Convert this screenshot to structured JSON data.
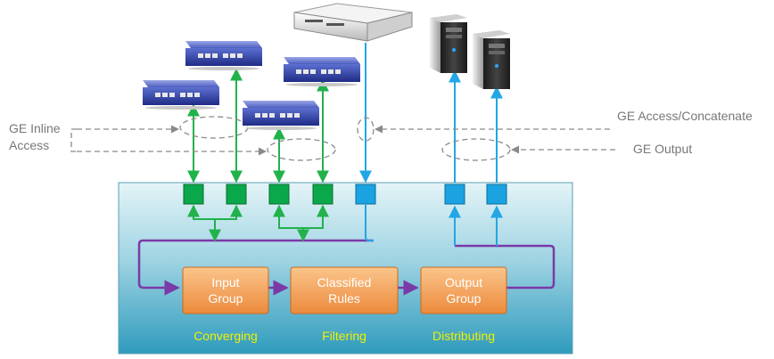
{
  "labels": {
    "ge_inline_line1": "GE Inline",
    "ge_inline_line2": "Access",
    "ge_access_concatenate": "GE Access/Concatenate",
    "ge_output": "GE Output"
  },
  "boxes": {
    "input_group_line1": "Input",
    "input_group_line2": "Group",
    "classified_rules_line1": "Classified",
    "classified_rules_line2": "Rules",
    "output_group_line1": "Output",
    "output_group_line2": "Group"
  },
  "stages": {
    "converging": "Converging",
    "filtering": "Filtering",
    "distributing": "Distributing"
  },
  "colors": {
    "panel_top": "#d9eef3",
    "panel_bottom": "#3aa6c4",
    "green_port": "#0aa84a",
    "blue_port": "#1aa3e0",
    "green_line": "#22b24c",
    "blue_line": "#22a6e6",
    "purple_line": "#7a3aa8",
    "box_orange": "#f4a35d",
    "stage_text": "#f0f000",
    "dashed_gray": "#8a8a8a",
    "switch_blue": "#28389a"
  }
}
